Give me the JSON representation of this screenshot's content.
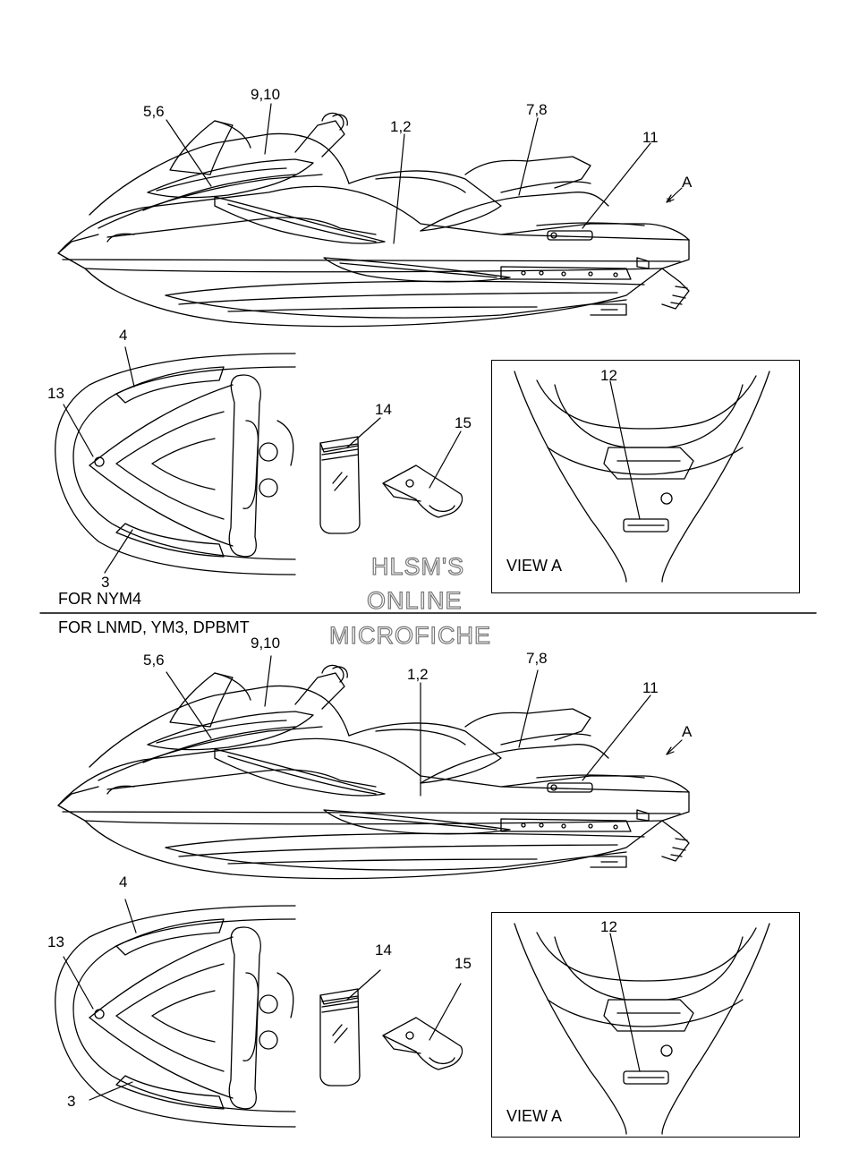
{
  "top": {
    "labels": {
      "c910": "9,10",
      "c56": "5,6",
      "c12": "1,2",
      "c78": "7,8",
      "c11": "11",
      "cA": "A",
      "c4": "4",
      "c13": "13",
      "c14": "14",
      "c15": "15",
      "c3": "3",
      "c12v": "12"
    },
    "view_label": "VIEW A",
    "caption": "FOR NYM4"
  },
  "bottom": {
    "caption": "FOR LNMD, YM3, DPBMT",
    "labels": {
      "c910": "9,10",
      "c56": "5,6",
      "c12": "1,2",
      "c78": "7,8",
      "c11": "11",
      "cA": "A",
      "c4": "4",
      "c13": "13",
      "c14": "14",
      "c15": "15",
      "c3": "3",
      "c12v": "12"
    },
    "view_label": "VIEW A"
  },
  "watermark": {
    "line1": "HLSM'S",
    "line2": "ONLINE",
    "line3": "MICROFICHE"
  }
}
